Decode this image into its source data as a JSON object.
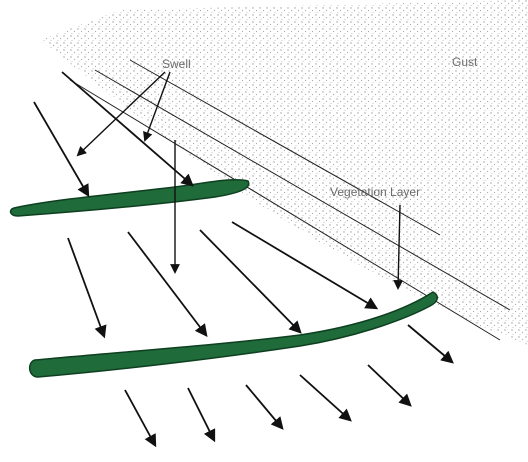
{
  "labels": {
    "swell": "Swell",
    "gust": "Gust",
    "vegetation_layer": "Vegetation Layer"
  },
  "colors": {
    "background": "#ffffff",
    "stipple": "#8c8c8c",
    "arrow": "#111111",
    "band_fill": "#1f6b3a",
    "band_edge": "#0e3f20",
    "label_text": "#6b6b6b"
  }
}
